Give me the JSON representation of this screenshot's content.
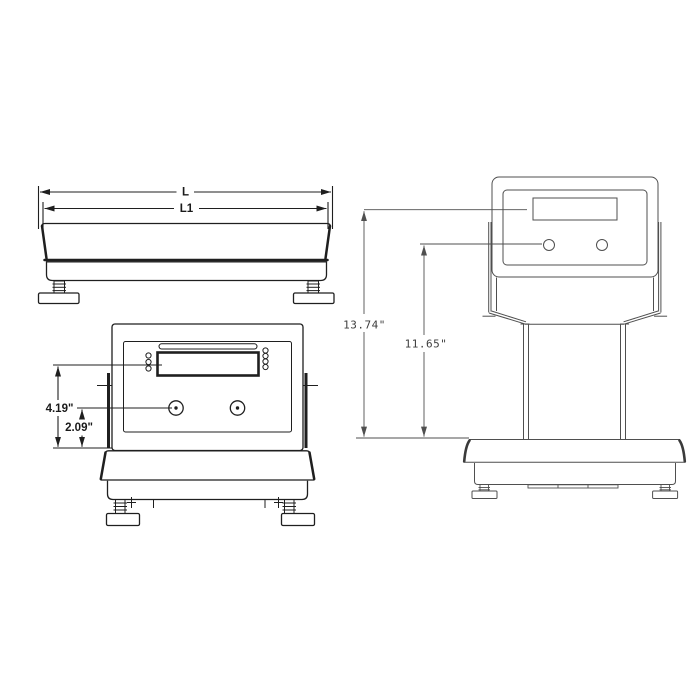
{
  "labels": {
    "length_outer": "L",
    "length_inner": "L1",
    "front_display_height": "4.19\"",
    "front_button_height": "2.09\"",
    "tower_display_height": "13.74\"",
    "tower_button_height": "11.65\""
  },
  "colors": {
    "background": "#ffffff",
    "line_dark": "#1f1f1f",
    "line_light": "#4f4f4f"
  }
}
